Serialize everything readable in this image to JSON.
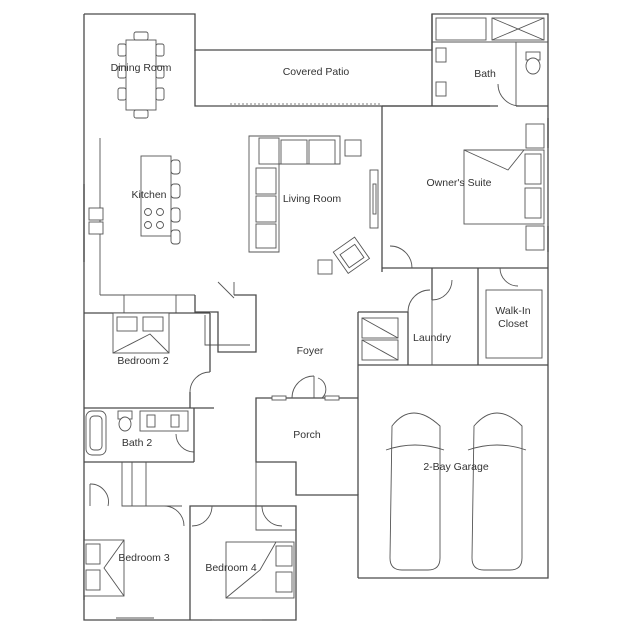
{
  "plan": {
    "rooms": {
      "dining_room": "Dining Room",
      "covered_patio": "Covered Patio",
      "bath": "Bath",
      "kitchen": "Kitchen",
      "living_room": "Living Room",
      "owners_suite": "Owner's Suite",
      "walk_in_closet_line1": "Walk-In",
      "walk_in_closet_line2": "Closet",
      "laundry": "Laundry",
      "foyer": "Foyer",
      "bedroom_2": "Bedroom 2",
      "bath_2": "Bath 2",
      "porch": "Porch",
      "garage": "2-Bay Garage",
      "bedroom_3": "Bedroom 3",
      "bedroom_4": "Bedroom 4"
    },
    "colors": {
      "line": "#4a4a4a",
      "background": "#ffffff"
    }
  }
}
